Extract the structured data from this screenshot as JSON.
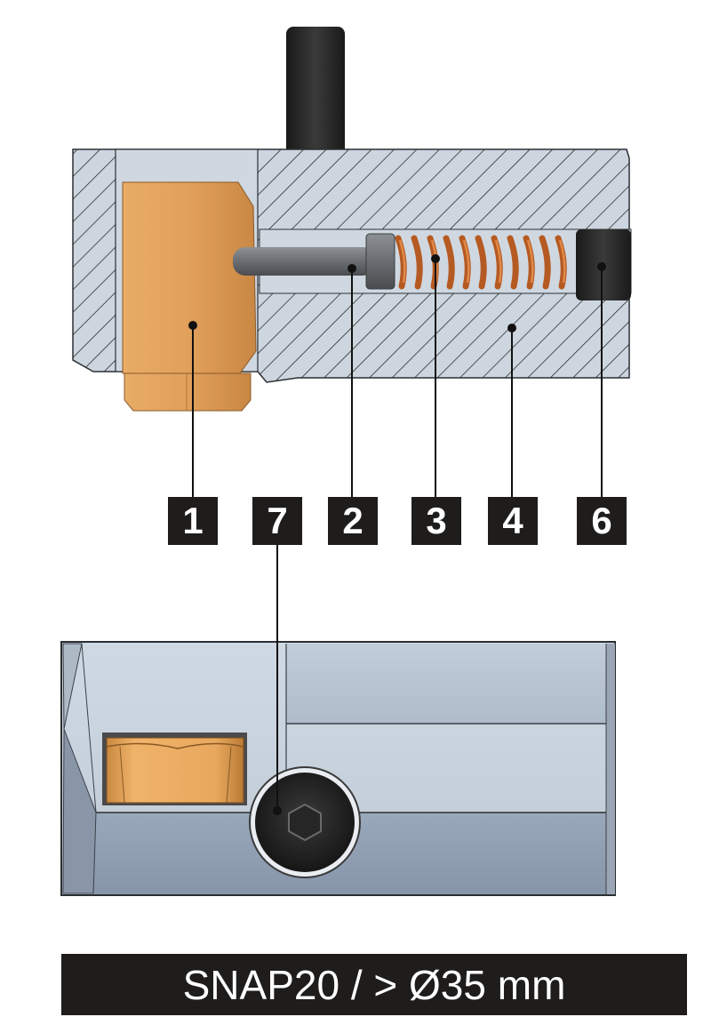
{
  "callouts": {
    "c1": "1",
    "c7": "7",
    "c2": "2",
    "c3": "3",
    "c4": "4",
    "c6": "6"
  },
  "caption": "SNAP20 / > Ø35 mm",
  "colors": {
    "housing_steel": "#c9d3dd",
    "hatch_line": "#2b2f33",
    "brass_insert": "#e0a15e",
    "spring_copper": "#c96a2c",
    "pin_grey": "#6b6e72",
    "dark_part": "#222222",
    "label_bg": "#1f1d1c",
    "label_text": "#ffffff"
  },
  "icons": [
    "hex-socket-screw-icon"
  ]
}
